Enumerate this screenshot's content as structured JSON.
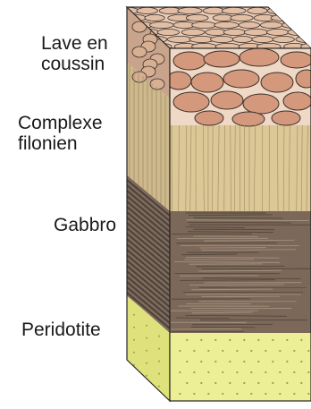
{
  "layers": [
    {
      "id": "pillow-lava",
      "label": "Lave en\ncoussin",
      "color": "#d49a7e"
    },
    {
      "id": "sheeted-dikes",
      "label": "Complexe\nfilonien",
      "color": "#ddc99a"
    },
    {
      "id": "gabbro",
      "label": "Gabbro",
      "color": "#7d6a5c"
    },
    {
      "id": "peridotite",
      "label": "Peridotite",
      "color": "#e5e98a"
    }
  ]
}
